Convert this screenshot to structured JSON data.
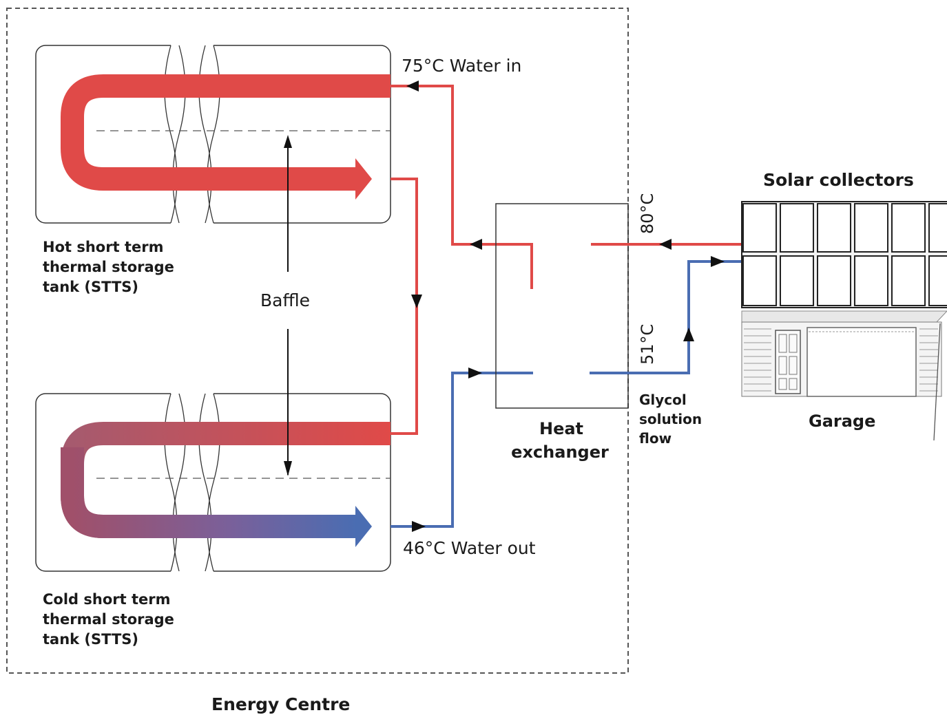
{
  "colors": {
    "hot": "#e04a48",
    "cold": "#4a6db2",
    "line": "#333333",
    "boundary": "#555555"
  },
  "labels": {
    "water_in": "75°C Water in",
    "water_out": "46°C Water out",
    "baffle": "Baffle",
    "hot_tank": [
      "Hot short term",
      "thermal storage",
      "tank (STTS)"
    ],
    "cold_tank": [
      "Cold short term",
      "thermal storage",
      "tank (STTS)"
    ],
    "heat_exchanger": [
      "Heat",
      "exchanger"
    ],
    "glycol": [
      "Glycol",
      "solution",
      "flow"
    ],
    "temp_80": "80°C",
    "temp_51": "51°C",
    "solar_collectors": "Solar collectors",
    "garage": "Garage",
    "energy_centre": "Energy Centre"
  },
  "icons": [
    "flow-arrow-icon",
    "baffle-arrow-icon",
    "solar-panel-icon",
    "garage-door-icon"
  ]
}
